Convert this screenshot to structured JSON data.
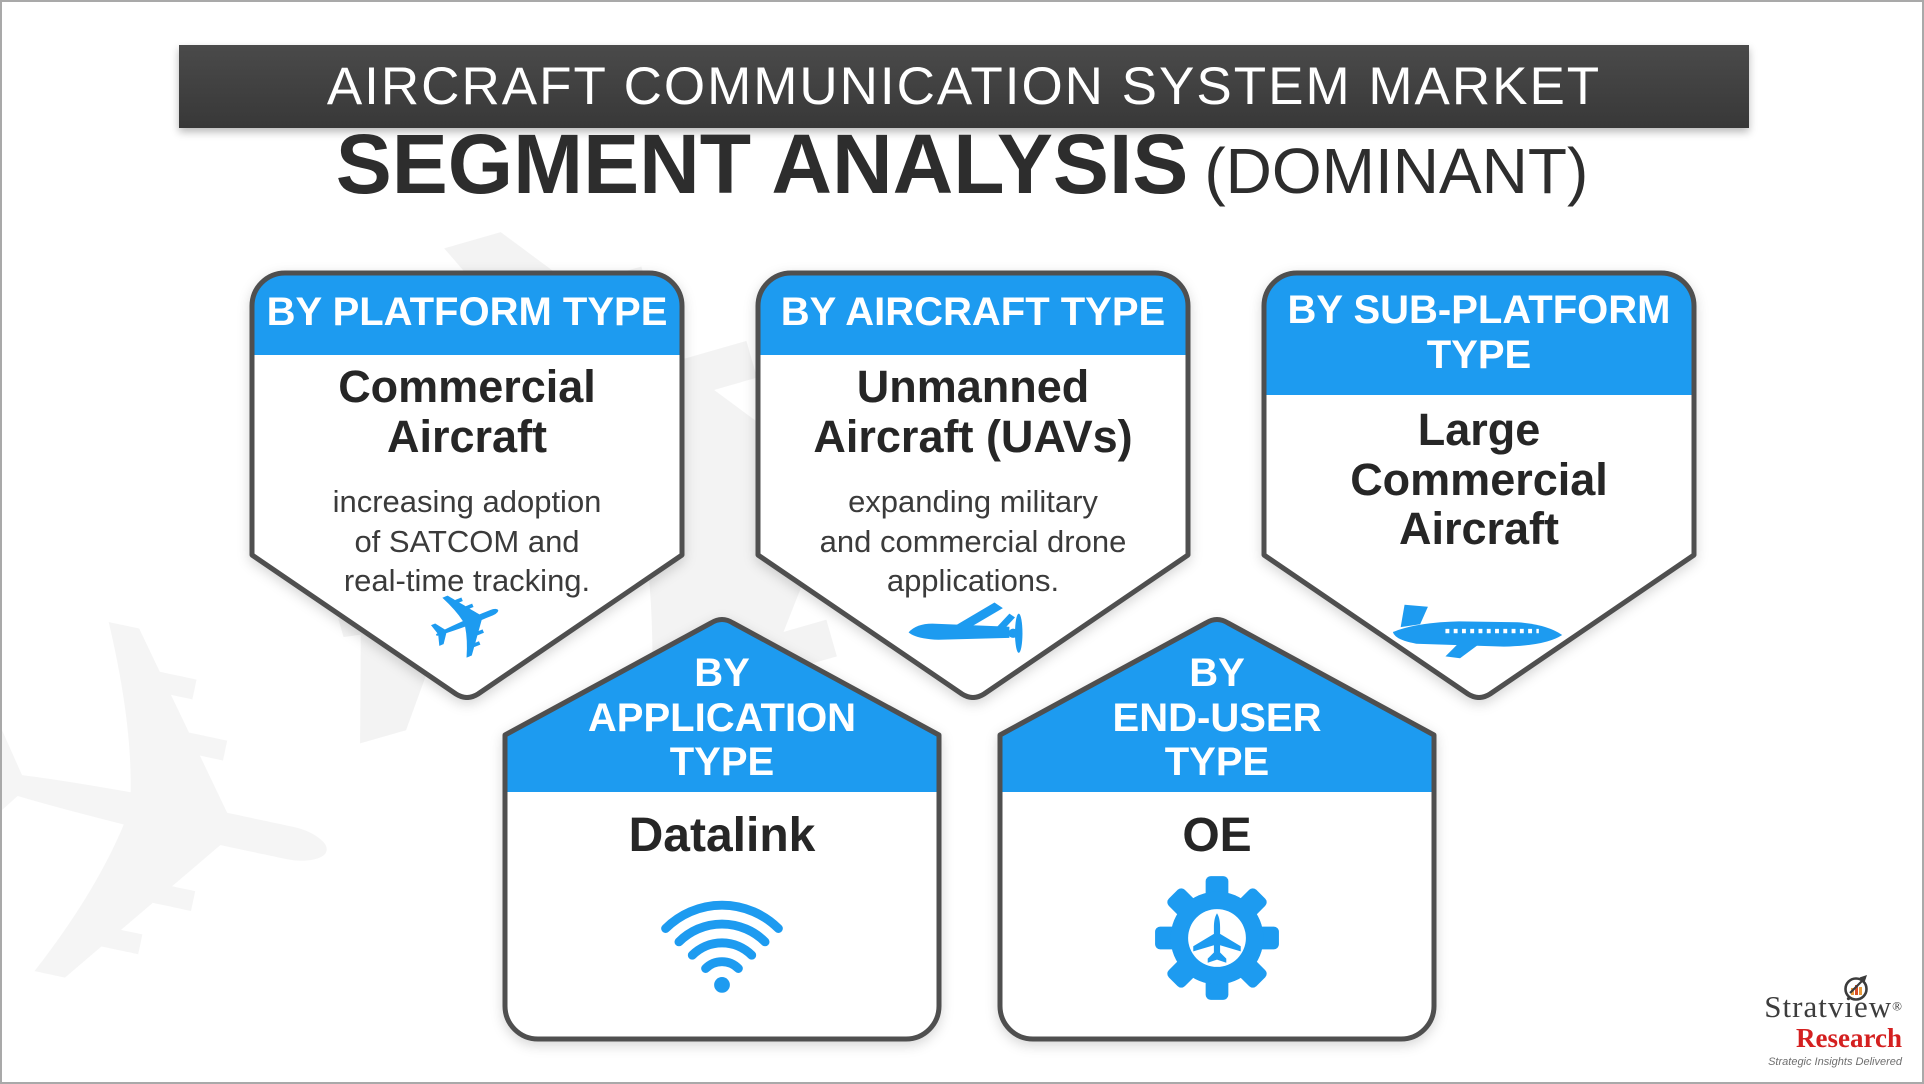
{
  "colors": {
    "accent": "#1d9bf0",
    "banner_bg": "#3f3f3f",
    "card_stroke": "#4f4f4f",
    "title_text": "#2d2d2d"
  },
  "banner": {
    "text": "AIRCRAFT COMMUNICATION SYSTEM MARKET"
  },
  "heading": {
    "main": "SEGMENT ANALYSIS",
    "qualifier": "(DOMINANT)"
  },
  "cards": [
    {
      "label": "BY PLATFORM TYPE",
      "value": "Commercial\nAircraft",
      "description": "increasing adoption\nof SATCOM and\nreal-time tracking.",
      "icon": "jet-plane-icon"
    },
    {
      "label": "BY AIRCRAFT TYPE",
      "value": "Unmanned\nAircraft (UAVs)",
      "description": "expanding military\nand commercial drone\napplications.",
      "icon": "drone-icon"
    },
    {
      "label": "BY SUB-PLATFORM\nTYPE",
      "value": "Large\nCommercial\nAircraft",
      "description": "",
      "icon": "airliner-icon"
    },
    {
      "label": "BY\nAPPLICATION\nTYPE",
      "value": "Datalink",
      "description": "",
      "icon": "wifi-icon"
    },
    {
      "label": "BY\nEND-USER\nTYPE",
      "value": "OE",
      "description": "",
      "icon": "gear-plane-icon"
    }
  ],
  "logo": {
    "brand": "Stratview",
    "registered": "®",
    "division": "Research",
    "tagline": "Strategic Insights Delivered"
  }
}
